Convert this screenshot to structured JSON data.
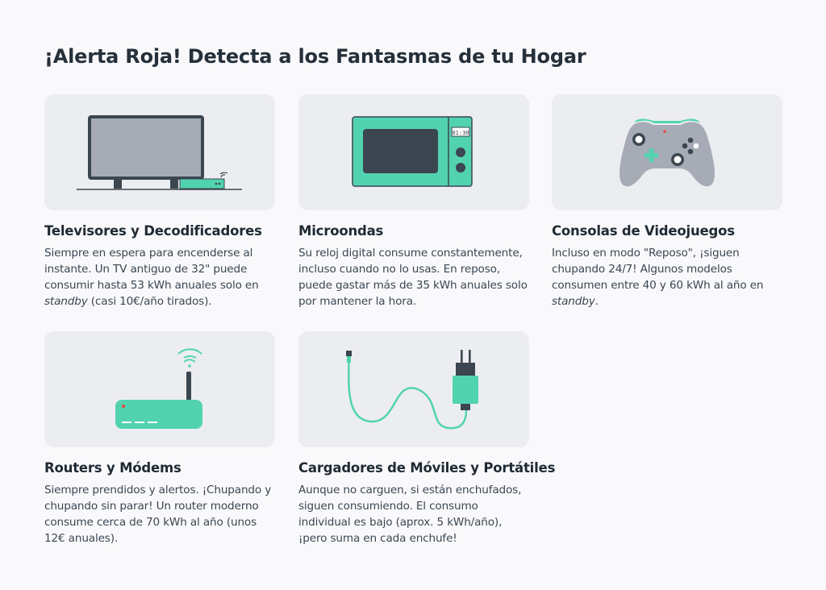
{
  "page": {
    "title": "¡Alerta Roja! Detecta a los Fantasmas de tu Hogar"
  },
  "colors": {
    "accent": "#52d3b0",
    "dark": "#3b4650",
    "gray": "#a6abb5",
    "indicator": "#e74c3c",
    "card_bg": "#ecedf0"
  },
  "cards": [
    {
      "icon": "tv-decoder-icon",
      "title": "Televisores y Decodificadores",
      "text_a": "Siempre en espera para encenderse al instante. Un TV antiguo de 32\" puede consumir hasta 53 kWh anuales solo en ",
      "text_em": "standby",
      "text_b": " (casi 10€/año tirados)."
    },
    {
      "icon": "microwave-icon",
      "clock": "01:30",
      "title": "Microondas",
      "text": "Su reloj digital consume constantemente, incluso cuando no lo usas. En reposo, puede gastar más de 35 kWh anuales solo por mantener la hora."
    },
    {
      "icon": "gamepad-icon",
      "title": "Consolas de Videojuegos",
      "text_a": "Incluso en modo \"Reposo\", ¡siguen chupando 24/7! Algunos modelos consumen entre 40 y 60 kWh al año en ",
      "text_em": "standby",
      "text_b": "."
    },
    {
      "icon": "router-icon",
      "title": "Routers y Módems",
      "text": "Siempre prendidos y alertos. ¡Chupando y chupando sin parar! Un router moderno consume cerca de 70 kWh al año (unos 12€ anuales)."
    },
    {
      "icon": "charger-icon",
      "title": "Cargadores de Móviles y Portátiles",
      "text": "Aunque no carguen, si están enchufados, siguen consumiendo. El consumo individual es bajo (aprox. 5 kWh/año), ¡pero suma en cada enchufe!"
    }
  ]
}
